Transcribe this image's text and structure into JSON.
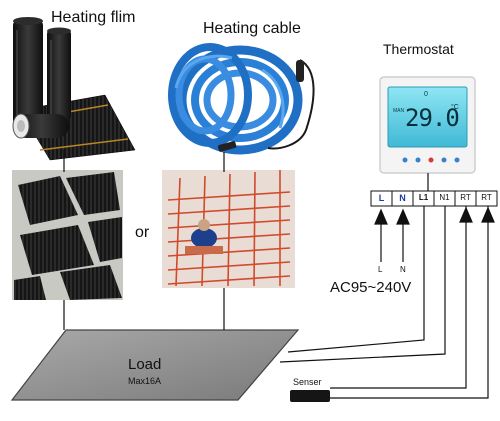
{
  "labels": {
    "heating_film": "Heating flim",
    "heating_cable": "Heating cable",
    "thermostat": "Thermostat",
    "or": "or",
    "load": "Load",
    "load_max": "Max16A",
    "senser": "Senser",
    "voltage": "AC95~240V",
    "arrow_l": "L",
    "arrow_n": "N"
  },
  "thermostat_display": {
    "temperature": "29.0",
    "unit": "°C",
    "top_digit": "0",
    "mode": "MAN"
  },
  "terminals": [
    "L",
    "N",
    "L1",
    "N1",
    "RT",
    "RT"
  ],
  "colors": {
    "terminal_accent": "#1a3fa8",
    "cable_blue": "#2a7fd6",
    "lcd_cyan": "#5fd3e8",
    "load_plate": "#8a8a8a",
    "film_dark": "#1c1c1c",
    "heating_wire": "#d04a2c"
  }
}
